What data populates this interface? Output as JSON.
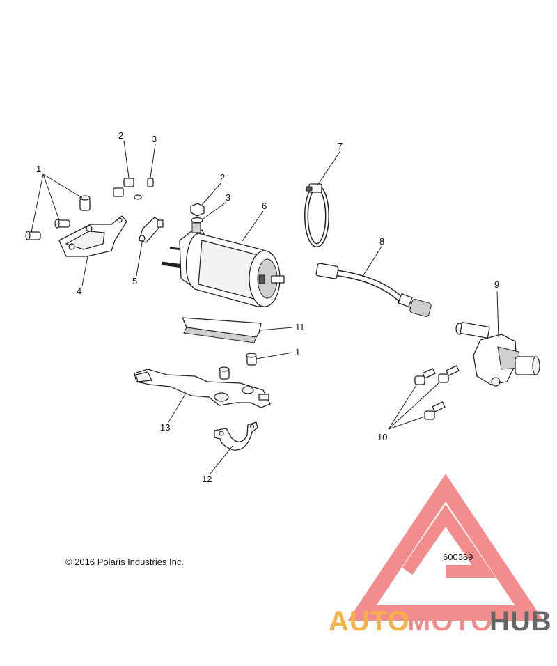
{
  "callouts": {
    "c1a": "1",
    "c2a": "2",
    "c3a": "3",
    "c2b": "2",
    "c3b": "3",
    "c4": "4",
    "c5": "5",
    "c6": "6",
    "c7": "7",
    "c8": "8",
    "c9": "9",
    "c10": "10",
    "c11": "11",
    "c1b": "1",
    "c12": "12",
    "c13": "13"
  },
  "copyright": "© 2016 Polaris Industries Inc.",
  "diagram_number": "600369",
  "watermark": {
    "part1": "AUTO",
    "part2": "MOTO",
    "part3": "HUB",
    "colors": {
      "orange": "#f4b24a",
      "pink": "#f08c8c",
      "gray": "#666666",
      "logo": "#f27a7a"
    }
  }
}
